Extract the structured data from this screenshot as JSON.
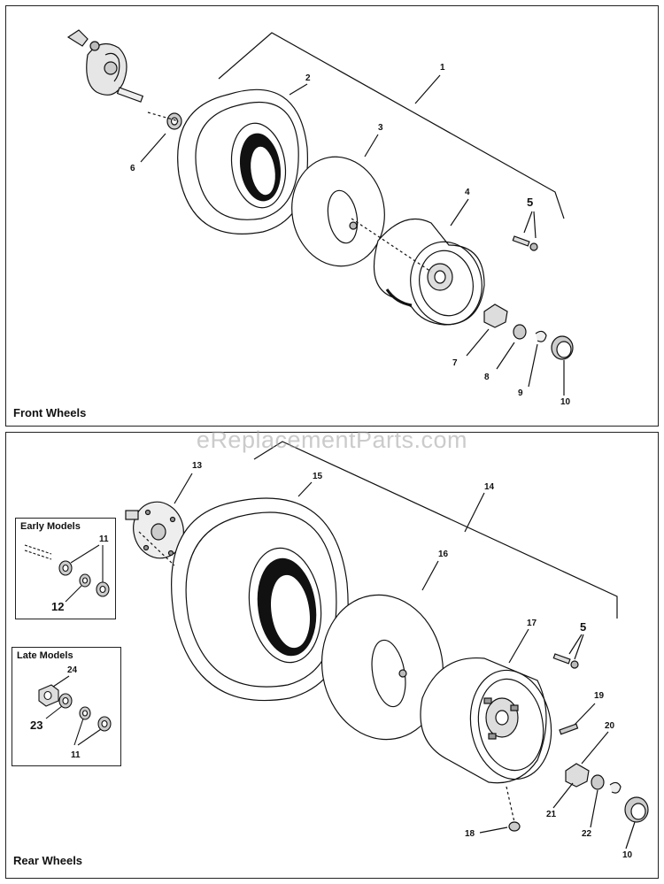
{
  "front": {
    "title": "Front Wheels",
    "callouts": [
      "1",
      "2",
      "3",
      "4",
      "5",
      "6",
      "7",
      "8",
      "9",
      "10"
    ]
  },
  "rear": {
    "title": "Rear Wheels",
    "callouts": [
      "13",
      "14",
      "15",
      "16",
      "17",
      "5",
      "19",
      "20",
      "21",
      "22",
      "18",
      "10"
    ],
    "early_models": {
      "title": "Early Models",
      "callouts": [
        "11",
        "12"
      ]
    },
    "late_models": {
      "title": "Late Models",
      "callouts": [
        "24",
        "23",
        "11"
      ]
    }
  },
  "watermark": "eReplacementParts.com"
}
